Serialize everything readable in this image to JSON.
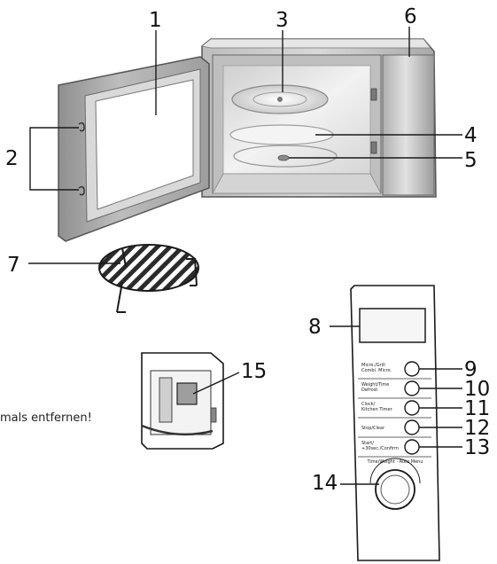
{
  "callouts": {
    "c1": "1",
    "c2": "2",
    "c3": "3",
    "c4": "4",
    "c5": "5",
    "c6": "6",
    "c7": "7",
    "c8": "8",
    "c9": "9",
    "c10": "10",
    "c11": "11",
    "c12": "12",
    "c13": "13",
    "c14": "14",
    "c15": "15"
  },
  "panel_buttons": {
    "b9": [
      "Micro./Grill",
      "Combi. Micro."
    ],
    "b10": [
      "Weight/Time",
      "Defrost"
    ],
    "b11": [
      "Clock/",
      "Kitchen Timer"
    ],
    "b12": [
      "Stop/Clear"
    ],
    "b13": [
      "Start/",
      "+30sec./Confirm"
    ]
  },
  "dial_label": "Time/Weight · Auto Menu",
  "cutoff_note": "mals entfernen!",
  "colors": {
    "line": "#1a1a1a",
    "metal_dark": "#9a9a9a",
    "metal_mid": "#c6c6c6",
    "metal_light": "#ececec"
  }
}
